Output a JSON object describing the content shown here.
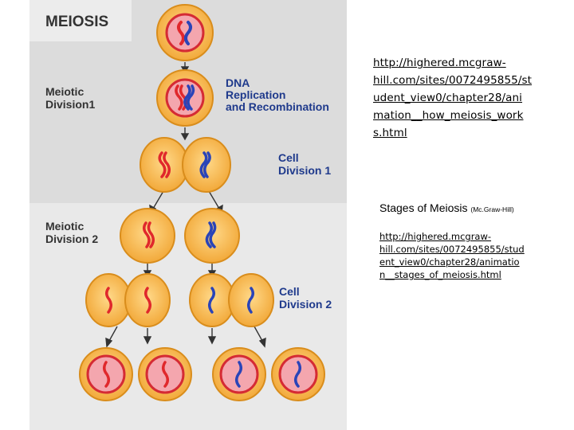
{
  "diagram": {
    "title": "MEIOSIS",
    "labels": {
      "meiotic_division_1": [
        "Meiotic",
        "Division1"
      ],
      "dna_replication": [
        "DNA",
        "Replication",
        "and Recombination"
      ],
      "cell_division_1": [
        "Cell",
        "Division 1"
      ],
      "meiotic_division_2": [
        "Meiotic",
        "Division 2"
      ],
      "cell_division_2": [
        "Cell",
        "Division 2"
      ]
    },
    "colors": {
      "top_panel": "#dcdcdc",
      "bottom_panel": "#e9e9e9",
      "cell_fill": "#f7b84a",
      "cell_edge": "#d98d1c",
      "nucleus_fill": "#f4a6ae",
      "nucleus_edge": "#d52b34",
      "label_blue": "#1f3a8c",
      "chromosome_red": "#e0282c",
      "chromosome_blue": "#2a44b8"
    }
  },
  "resources": {
    "link1": "http://highered.mcgraw-hill.com/sites/0072495855/student_view0/chapter28/animation__how_meiosis_works.html",
    "link1_lines": [
      "http://highered.mcgraw-",
      "hill.com/sites/0072495855/st",
      "udent_view0/chapter28/ani",
      "mation__how_meiosis_work",
      "s.html"
    ],
    "caption_main": "Stages of Meiosis",
    "caption_source": "(Mc.Graw-Hill)",
    "link2": "http://highered.mcgraw-hill.com/sites/0072495855/student_view0/chapter28/animation__stages_of_meiosis.html",
    "link2_lines": [
      "http://highered.mcgraw-",
      "hill.com/sites/0072495855/stud",
      "ent_view0/chapter28/animatio",
      "n__stages_of_meiosis.html"
    ]
  }
}
